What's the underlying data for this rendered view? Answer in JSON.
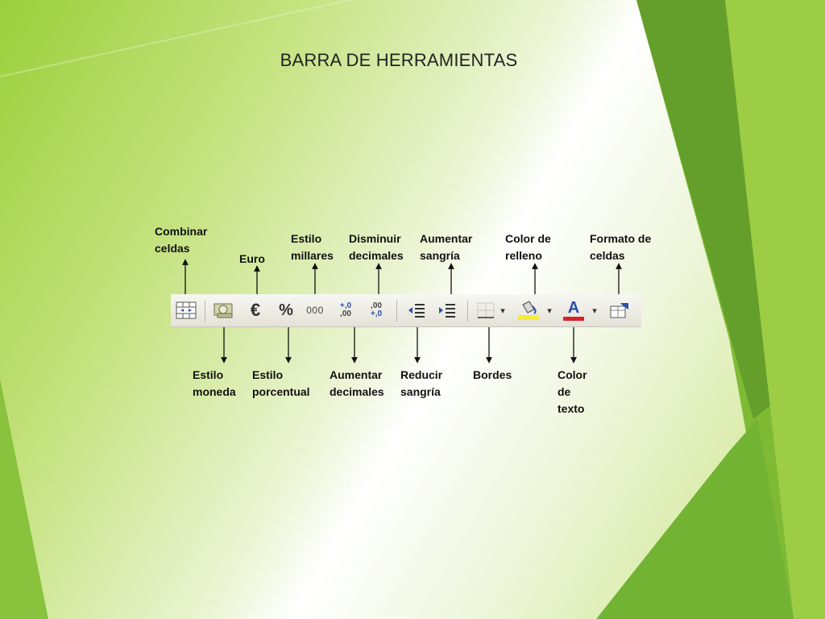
{
  "slide": {
    "title": "BARRA DE HERRAMIENTAS"
  },
  "top_labels": {
    "combinar": "Combinar\nceldas",
    "euro": "Euro",
    "millares": "Estilo\nmillares",
    "disminuir": "Disminuir\ndecimales",
    "aumentar_sangria": "Aumentar\nsangría",
    "relleno": "Color de\nrelleno",
    "formato": "Formato de\nceldas"
  },
  "bottom_labels": {
    "moneda": "Estilo\nmoneda",
    "porcentual": "Estilo\nporcentual",
    "aumentar_dec": "Aumentar\ndecimales",
    "reducir": "Reducir\nsangría",
    "bordes": "Bordes",
    "color_texto": "Color\nde\ntexto"
  },
  "toolbar": {
    "euro_glyph": "€",
    "percent_glyph": "%",
    "thousands_glyph": "000",
    "inc_dec_top": "+,0",
    "inc_dec_bottom": ",00",
    "dec_dec_top": ",00",
    "dec_dec_bottom": "+,0",
    "font_color_glyph": "A",
    "dropdown_glyph": "▾",
    "fill_color": "#f5ea3a",
    "font_color": "#d8202a"
  },
  "icons": [
    "merge-cells-icon",
    "currency-icon",
    "euro-icon",
    "percent-icon",
    "thousands-icon",
    "increase-decimal-icon",
    "decrease-decimal-icon",
    "decrease-indent-icon",
    "increase-indent-icon",
    "borders-icon",
    "fill-color-icon",
    "font-color-icon",
    "format-cells-icon"
  ]
}
